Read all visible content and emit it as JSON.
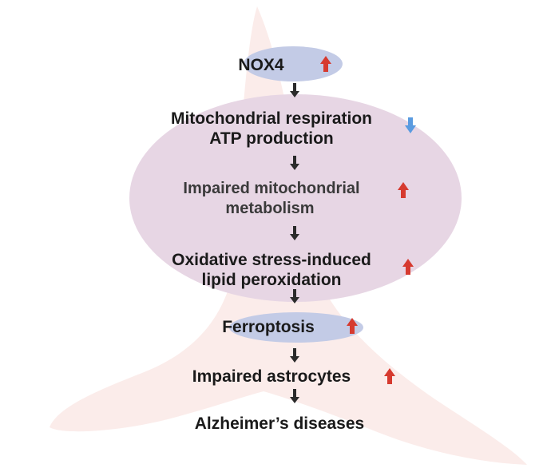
{
  "nodes": {
    "nox4": {
      "text": "NOX4",
      "trend": "up"
    },
    "mito_resp": {
      "line1": "Mitochondrial respiration",
      "line2": "ATP production",
      "trend": "down"
    },
    "impaired_mito": {
      "line1": "Impaired mitochondrial",
      "line2": "metabolism",
      "trend": "up"
    },
    "oxidative": {
      "line1": "Oxidative stress-induced",
      "line2": "lipid peroxidation",
      "trend": "up"
    },
    "ferroptosis": {
      "text": "Ferroptosis",
      "trend": "up"
    },
    "astrocytes": {
      "text": "Impaired astrocytes",
      "trend": "up"
    },
    "alzheimers": {
      "text": "Alzheimer’s diseases"
    }
  },
  "colors": {
    "up_arrow": "#d63a2f",
    "down_arrow": "#5a9be0",
    "flow_arrow": "#2b2b2b",
    "big_ellipse": "#e7d6e4",
    "small_ellipse": "#c3cbe6",
    "astrocyte_bg": "#fbecea"
  }
}
